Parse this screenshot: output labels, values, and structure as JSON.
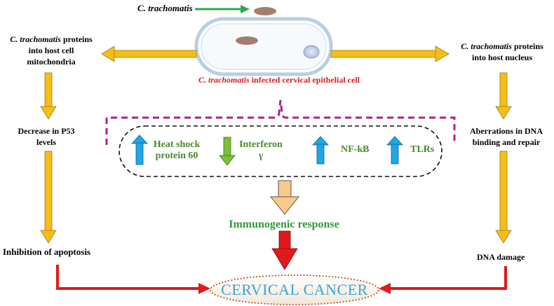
{
  "labels": {
    "ct_name": "C. trachomatis",
    "infected_cell_italic": "C. trachomatis",
    "infected_cell_rest": " infected cervical epithelial  cell",
    "mito_line1_italic": "C. trachomatis",
    "mito_line1_rest": " proteins",
    "mito_line2": "into host cell",
    "mito_line3": "mitochondria",
    "nucleus_line1_italic": "C. trachomatis",
    "nucleus_line1_rest": " proteins",
    "nucleus_line2": "into host nucleus",
    "p53_line1": "Decrease in P53",
    "p53_line2": "levels",
    "dna_aberr_line1": "Aberrations  in DNA",
    "dna_aberr_line2": "binding  and repair",
    "hsp_line1": "Heat shock",
    "hsp_line2": "protein 60",
    "ifn_line1": "Interferon",
    "ifn_line2": "γ",
    "nfkb": "NF-kB",
    "tlrs": "TLRs",
    "immunogenic": "Immunogenic response",
    "apoptosis": "Inhibition of apoptosis",
    "dna_damage": "DNA damage",
    "cancer": "CERVICAL CANCER"
  },
  "colors": {
    "yellow_arrow": "#f5bd16",
    "red_arrow": "#e01a1a",
    "green_arrow": "#2aa84a",
    "blue_up": "#1fa7e8",
    "green_down": "#7cbf3a",
    "bracket": "#b0208a",
    "cell_membrane": "#b7cfe6",
    "bacteria": "#a57d6c",
    "cancer_border": "#c0561a",
    "cancer_fill": "#faf3ec"
  }
}
